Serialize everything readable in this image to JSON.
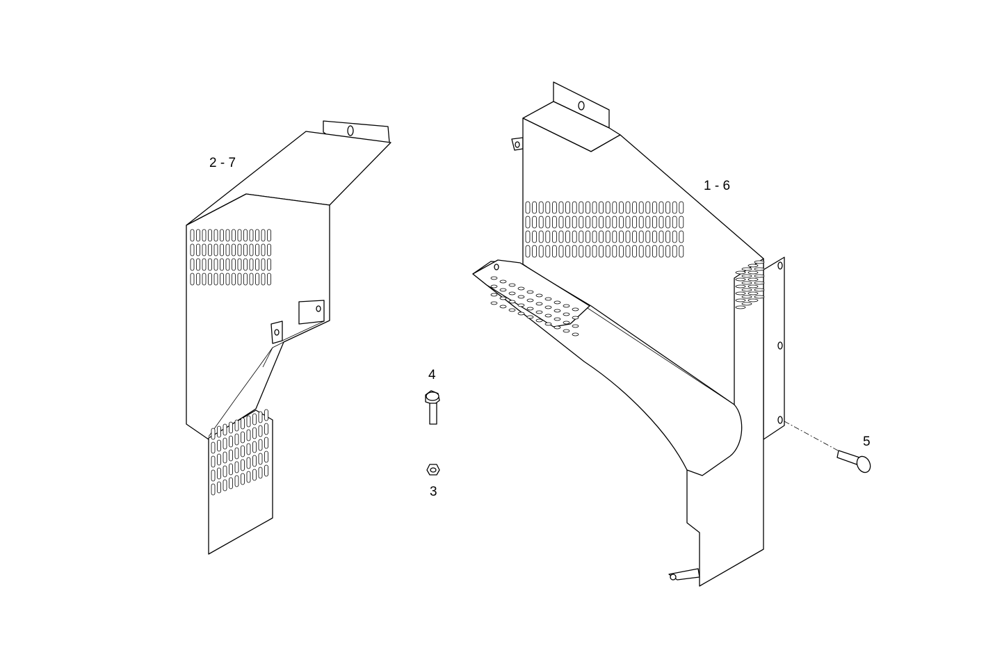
{
  "callouts": {
    "part_2_7": "2 - 7",
    "part_1_6": "1 - 6",
    "part_4": "4",
    "part_3": "3",
    "part_5": "5"
  },
  "colors": {
    "line": "#000000",
    "background": "#ffffff"
  }
}
